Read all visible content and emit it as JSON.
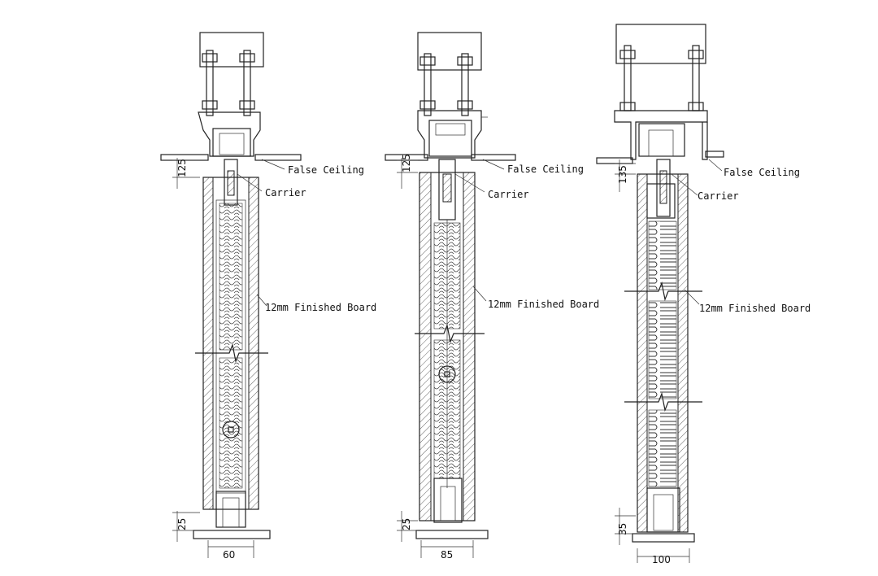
{
  "panels": [
    {
      "id": "panel-60",
      "false_ceiling": "False Ceiling",
      "carrier": "Carrier",
      "board": "12mm Finished Board",
      "top_gap": "125",
      "bottom_gap": "25",
      "width": "60"
    },
    {
      "id": "panel-85",
      "false_ceiling": "False Ceiling",
      "carrier": "Carrier",
      "board": "12mm Finished Board",
      "top_gap": "125",
      "bottom_gap": "25",
      "width": "85"
    },
    {
      "id": "panel-100",
      "false_ceiling": "False Ceiling",
      "carrier": "Carrier",
      "board": "12mm Finished Board",
      "top_gap": "135",
      "bottom_gap": "35",
      "width": "100"
    }
  ],
  "colors": {
    "line": "#222222",
    "hatch": "#555555"
  }
}
